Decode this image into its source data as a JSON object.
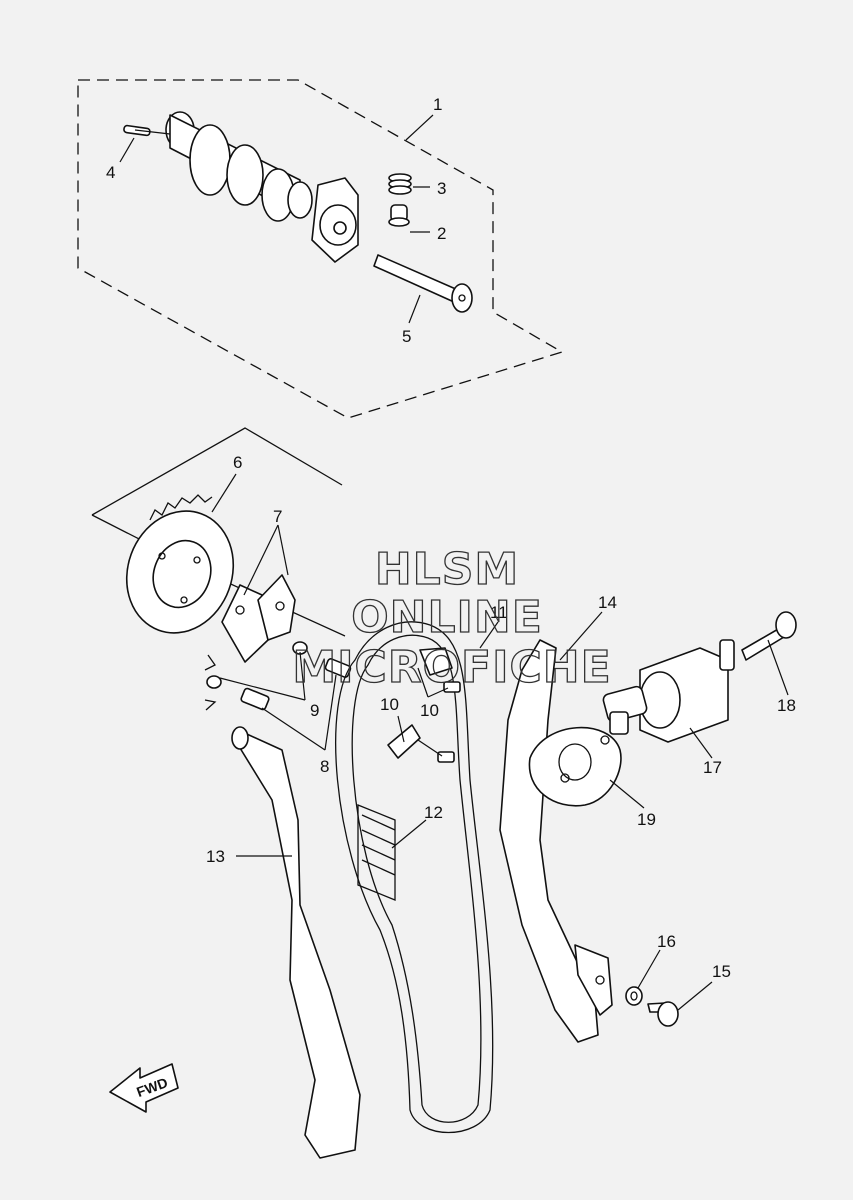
{
  "callouts": [
    {
      "id": "1",
      "text": "1"
    },
    {
      "id": "2",
      "text": "2"
    },
    {
      "id": "3",
      "text": "3"
    },
    {
      "id": "4",
      "text": "4"
    },
    {
      "id": "5",
      "text": "5"
    },
    {
      "id": "6",
      "text": "6"
    },
    {
      "id": "7",
      "text": "7"
    },
    {
      "id": "8",
      "text": "8"
    },
    {
      "id": "9",
      "text": "9"
    },
    {
      "id": "10a",
      "text": "10"
    },
    {
      "id": "10b",
      "text": "10"
    },
    {
      "id": "11",
      "text": "11"
    },
    {
      "id": "12",
      "text": "12"
    },
    {
      "id": "13",
      "text": "13"
    },
    {
      "id": "14",
      "text": "14"
    },
    {
      "id": "15",
      "text": "15"
    },
    {
      "id": "16",
      "text": "16"
    },
    {
      "id": "17",
      "text": "17"
    },
    {
      "id": "18",
      "text": "18"
    },
    {
      "id": "19",
      "text": "19"
    }
  ],
  "watermark": {
    "line1": "HLSM",
    "line2": "ONLINE",
    "line3": "MICROFICHE"
  },
  "fwd": "FWD"
}
